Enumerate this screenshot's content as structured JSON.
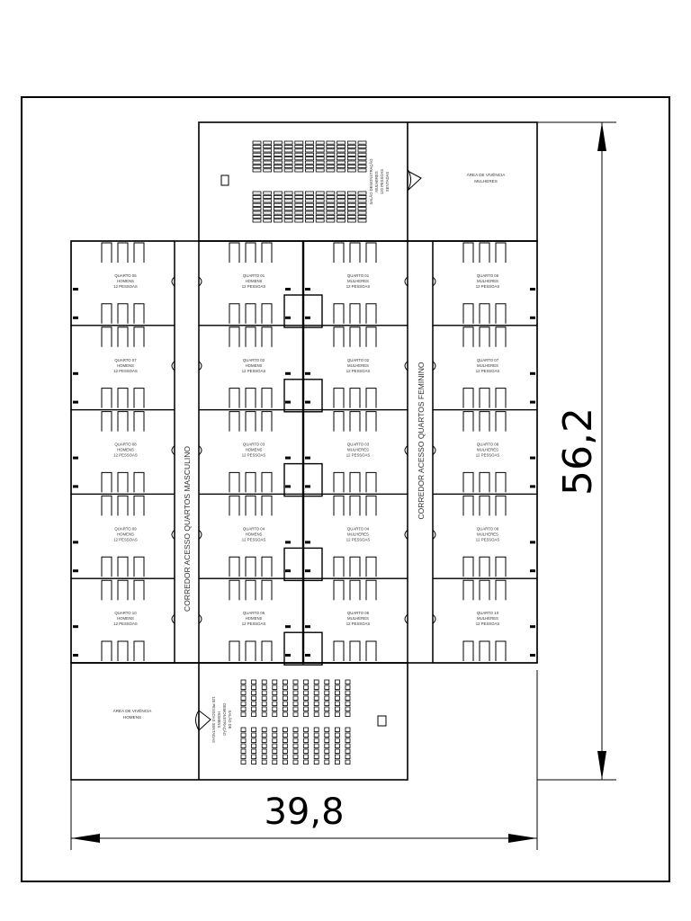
{
  "dimensions": {
    "height": "56,2",
    "width": "39,8"
  },
  "auditorium_top": {
    "label_lines": [
      "SALÃO DEMONSTRAÇÃO",
      "MULHERES",
      "120 PESSOAS",
      "SENTADAS"
    ]
  },
  "auditorium_bottom": {
    "label_lines": [
      "SALÃO DE",
      "DEMONSTRAÇÃO",
      "HOMENS",
      "120 PESSOAS SENTADAS"
    ]
  },
  "living_women": {
    "lines": [
      "ÁREA DE VIVÊNCIA",
      "MULHERES"
    ]
  },
  "living_men": {
    "lines": [
      "ÁREA DE VIVÊNCIA",
      "HOMENS"
    ]
  },
  "corridor_male": "CORREDOR ACESSO QUARTOS MASCULINO",
  "corridor_female": "CORREDOR ACESSO QUARTOS FEMININO",
  "rooms": [
    {
      "col": 0,
      "row": 0,
      "lines": [
        "QUARTO 06",
        "HOMENS",
        "12 PESSOAS"
      ]
    },
    {
      "col": 0,
      "row": 1,
      "lines": [
        "QUARTO 07",
        "HOMENS",
        "12 PESSOAS"
      ]
    },
    {
      "col": 0,
      "row": 2,
      "lines": [
        "QUARTO 08",
        "HOMENS",
        "12 PESSOAS"
      ]
    },
    {
      "col": 0,
      "row": 3,
      "lines": [
        "QUARTO 09",
        "HOMENS",
        "12 PESSOAS"
      ]
    },
    {
      "col": 0,
      "row": 4,
      "lines": [
        "QUARTO 10",
        "HOMENS",
        "12 PESSOAS"
      ]
    },
    {
      "col": 1,
      "row": 0,
      "lines": [
        "QUARTO 01",
        "HOMENS",
        "12 PESSOAS"
      ]
    },
    {
      "col": 1,
      "row": 1,
      "lines": [
        "QUARTO 02",
        "HOMENS",
        "12 PESSOAS"
      ]
    },
    {
      "col": 1,
      "row": 2,
      "lines": [
        "QUARTO 03",
        "HOMENS",
        "12 PESSOAS"
      ]
    },
    {
      "col": 1,
      "row": 3,
      "lines": [
        "QUARTO 04",
        "HOMENS",
        "12 PESSOAS"
      ]
    },
    {
      "col": 1,
      "row": 4,
      "lines": [
        "QUARTO 05",
        "HOMENS",
        "12 PESSOAS"
      ]
    },
    {
      "col": 2,
      "row": 0,
      "lines": [
        "QUARTO 01",
        "MULHERES",
        "12 PESSOAS"
      ]
    },
    {
      "col": 2,
      "row": 1,
      "lines": [
        "QUARTO 02",
        "MULHERES",
        "12 PESSOAS"
      ]
    },
    {
      "col": 2,
      "row": 2,
      "lines": [
        "QUARTO 03",
        "MULHERES",
        "12 PESSOAS"
      ]
    },
    {
      "col": 2,
      "row": 3,
      "lines": [
        "QUARTO 04",
        "MULHERES",
        "12 PESSOAS"
      ]
    },
    {
      "col": 2,
      "row": 4,
      "lines": [
        "QUARTO 05",
        "MULHERES",
        "12 PESSOAS"
      ]
    },
    {
      "col": 3,
      "row": 0,
      "lines": [
        "QUARTO 06",
        "MULHERES",
        "12 PESSOAS"
      ]
    },
    {
      "col": 3,
      "row": 1,
      "lines": [
        "QUARTO 07",
        "MULHERES",
        "12 PESSOAS"
      ]
    },
    {
      "col": 3,
      "row": 2,
      "lines": [
        "QUARTO 08",
        "MULHERES",
        "12 PESSOAS"
      ]
    },
    {
      "col": 3,
      "row": 3,
      "lines": [
        "QUARTO 09",
        "MULHERES",
        "12 PESSOAS"
      ]
    },
    {
      "col": 3,
      "row": 4,
      "lines": [
        "QUARTO 10",
        "MULHERES",
        "12 PESSOAS"
      ]
    }
  ]
}
